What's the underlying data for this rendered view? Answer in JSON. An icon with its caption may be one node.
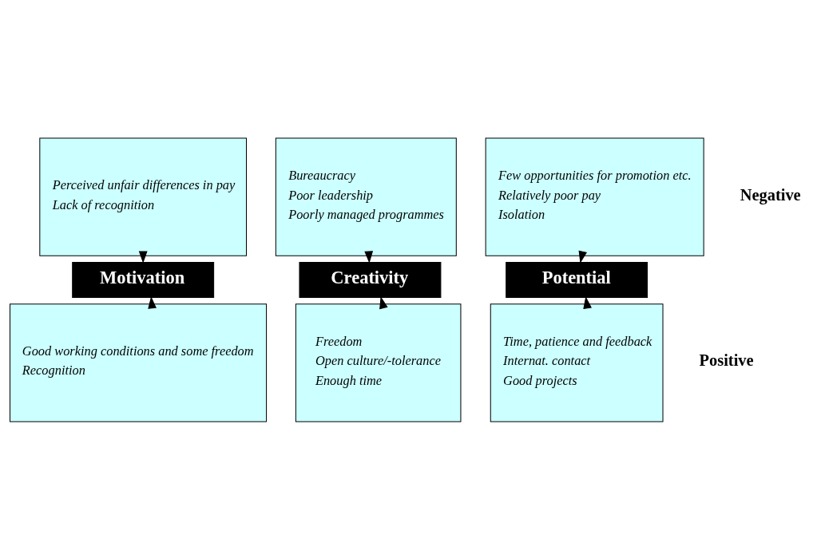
{
  "diagram": {
    "nodes": [
      {
        "text": [
          "Perceived unfair differences in pay",
          "Lack of recognition"
        ]
      },
      {
        "text": [
          "Bureaucracy",
          "Poor leadership",
          "Poorly managed programmes"
        ]
      },
      {
        "text": [
          "Few opportunities for promotion etc.",
          "Relatively poor pay",
          "Isolation"
        ]
      },
      {
        "text": [
          "Motivation"
        ]
      },
      {
        "text": [
          "Creativity"
        ]
      },
      {
        "text": [
          "Potential"
        ]
      },
      {
        "text": [
          "Good working conditions and some freedom",
          "Recognition"
        ]
      },
      {
        "text": [
          "Freedom",
          "Open culture/-tolerance",
          "Enough time"
        ]
      },
      {
        "text": [
          "Time, patience and feedback",
          "Internat. contact",
          "Good projects"
        ]
      }
    ],
    "edges": [
      {
        "from": 0,
        "to": 3,
        "arrow": "to"
      },
      {
        "from": 1,
        "to": 4,
        "arrow": "to"
      },
      {
        "from": 2,
        "to": 5,
        "arrow": "to"
      },
      {
        "from": 6,
        "to": 3,
        "arrow": "to"
      },
      {
        "from": 7,
        "to": 4,
        "arrow": "to"
      },
      {
        "from": 8,
        "to": 5,
        "arrow": "to"
      }
    ],
    "labels": [
      "Negative",
      "Positive"
    ]
  }
}
